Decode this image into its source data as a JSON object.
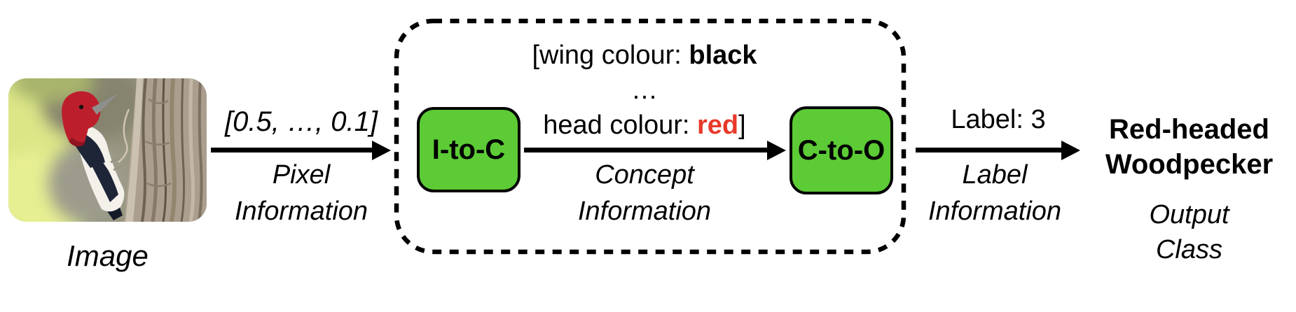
{
  "figure": {
    "input": {
      "caption": "Image"
    },
    "pixel_arrow": {
      "vector": "[0.5, …, 0.1]",
      "label_line1": "Pixel",
      "label_line2": "Information"
    },
    "bottleneck": {
      "concepts": {
        "line1_prefix": "[wing colour: ",
        "line1_value": "black",
        "ellipsis": "…",
        "line2_prefix": "head colour: ",
        "line2_value": "red",
        "line2_suffix": "]"
      },
      "i_to_c_label": "I-to-C",
      "c_to_o_label": "C-to-O",
      "concept_arrow": {
        "label_line1": "Concept",
        "label_line2": "Information"
      }
    },
    "label_arrow": {
      "value": "Label: 3",
      "label_line1": "Label",
      "label_line2": "Information"
    },
    "output": {
      "class_line1": "Red-headed",
      "class_line2": "Woodpecker",
      "caption_line1": "Output",
      "caption_line2": "Class"
    }
  },
  "colors": {
    "module_green": "#5ccb35",
    "concept_red": "#e8392a",
    "ink": "#000000"
  }
}
